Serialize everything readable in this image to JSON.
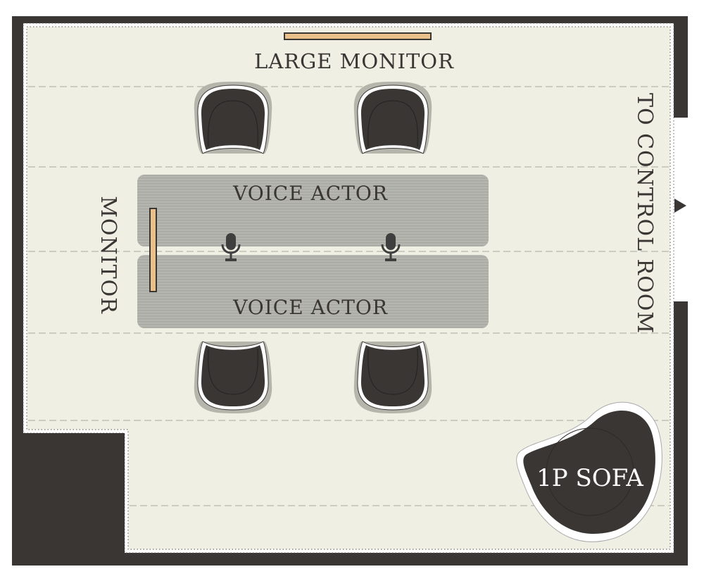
{
  "labels": {
    "large_monitor": "LARGE MONITOR",
    "monitor": "MONITOR",
    "voice_actor_top": "VOICE ACTOR",
    "voice_actor_bottom": "VOICE ACTOR",
    "control_room": "TO CONTROL ROOM",
    "sofa": "1P SOFA"
  },
  "colors": {
    "wall": "#3a3634",
    "floor": "#efefe4",
    "table": "#b4b4ae",
    "monitor_screen": "#e9c08a"
  }
}
